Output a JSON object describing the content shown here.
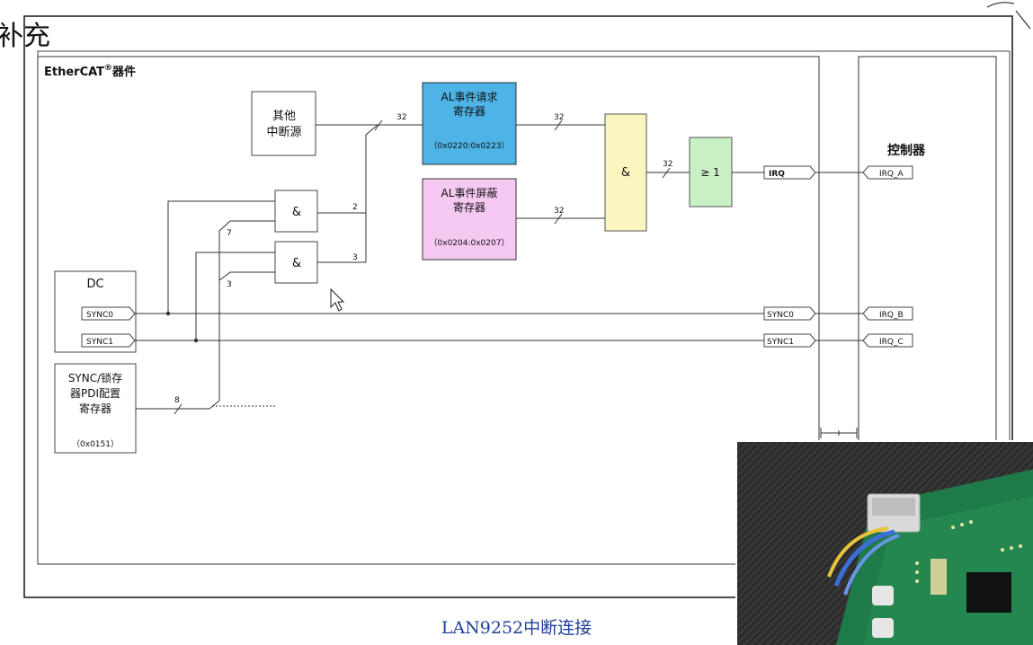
{
  "slide": {
    "title": "补充",
    "caption": "LAN9252中断连接"
  },
  "diagram": {
    "ethercat_box": {
      "label": "EtherCAT",
      "superscript": "®",
      "suffix": "器件"
    },
    "other_source": {
      "line1": "其他",
      "line2": "中断源"
    },
    "al_request": {
      "line1": "AL事件请求",
      "line2": "寄存器",
      "address": "（0x0220:0x0223）"
    },
    "al_mask": {
      "line1": "AL事件屏蔽",
      "line2": "寄存器",
      "address": "（0x0204:0x0207）"
    },
    "and_gate_1": "&",
    "and_gate_2": "&",
    "and_gate_big": "&",
    "or_gate": "≥ 1",
    "dc": {
      "label": "DC",
      "sync0": "SYNC0",
      "sync1": "SYNC1"
    },
    "sync_latch": {
      "line1": "SYNC/锁存",
      "line2": "器PDI配置",
      "line3": "寄存器",
      "address": "（0x0151）"
    },
    "bus_labels": {
      "other_bus": "32",
      "req_bus": "32",
      "mask_bus": "32",
      "out_bus": "32",
      "and1_bus": "2",
      "and2_bus": "3",
      "tap7": "7",
      "tap3": "3",
      "sync_bus": "8"
    },
    "signals": {
      "irq": "IRQ",
      "sync0_out": "SYNC0",
      "sync1_out": "SYNC1"
    },
    "controller": {
      "label": "控制器",
      "irq_a": "IRQ_A",
      "irq_b": "IRQ_B",
      "irq_c": "IRQ_C"
    },
    "colors": {
      "al_request_fill": "#4eb3e6",
      "al_mask_fill": "#f6c9f3",
      "and_big_fill": "#fbf6c0",
      "or_fill": "#c9efc4",
      "caption_color": "#1f3f9a"
    }
  },
  "video_overlay": {
    "description_icon": "circuit-board-photo"
  }
}
